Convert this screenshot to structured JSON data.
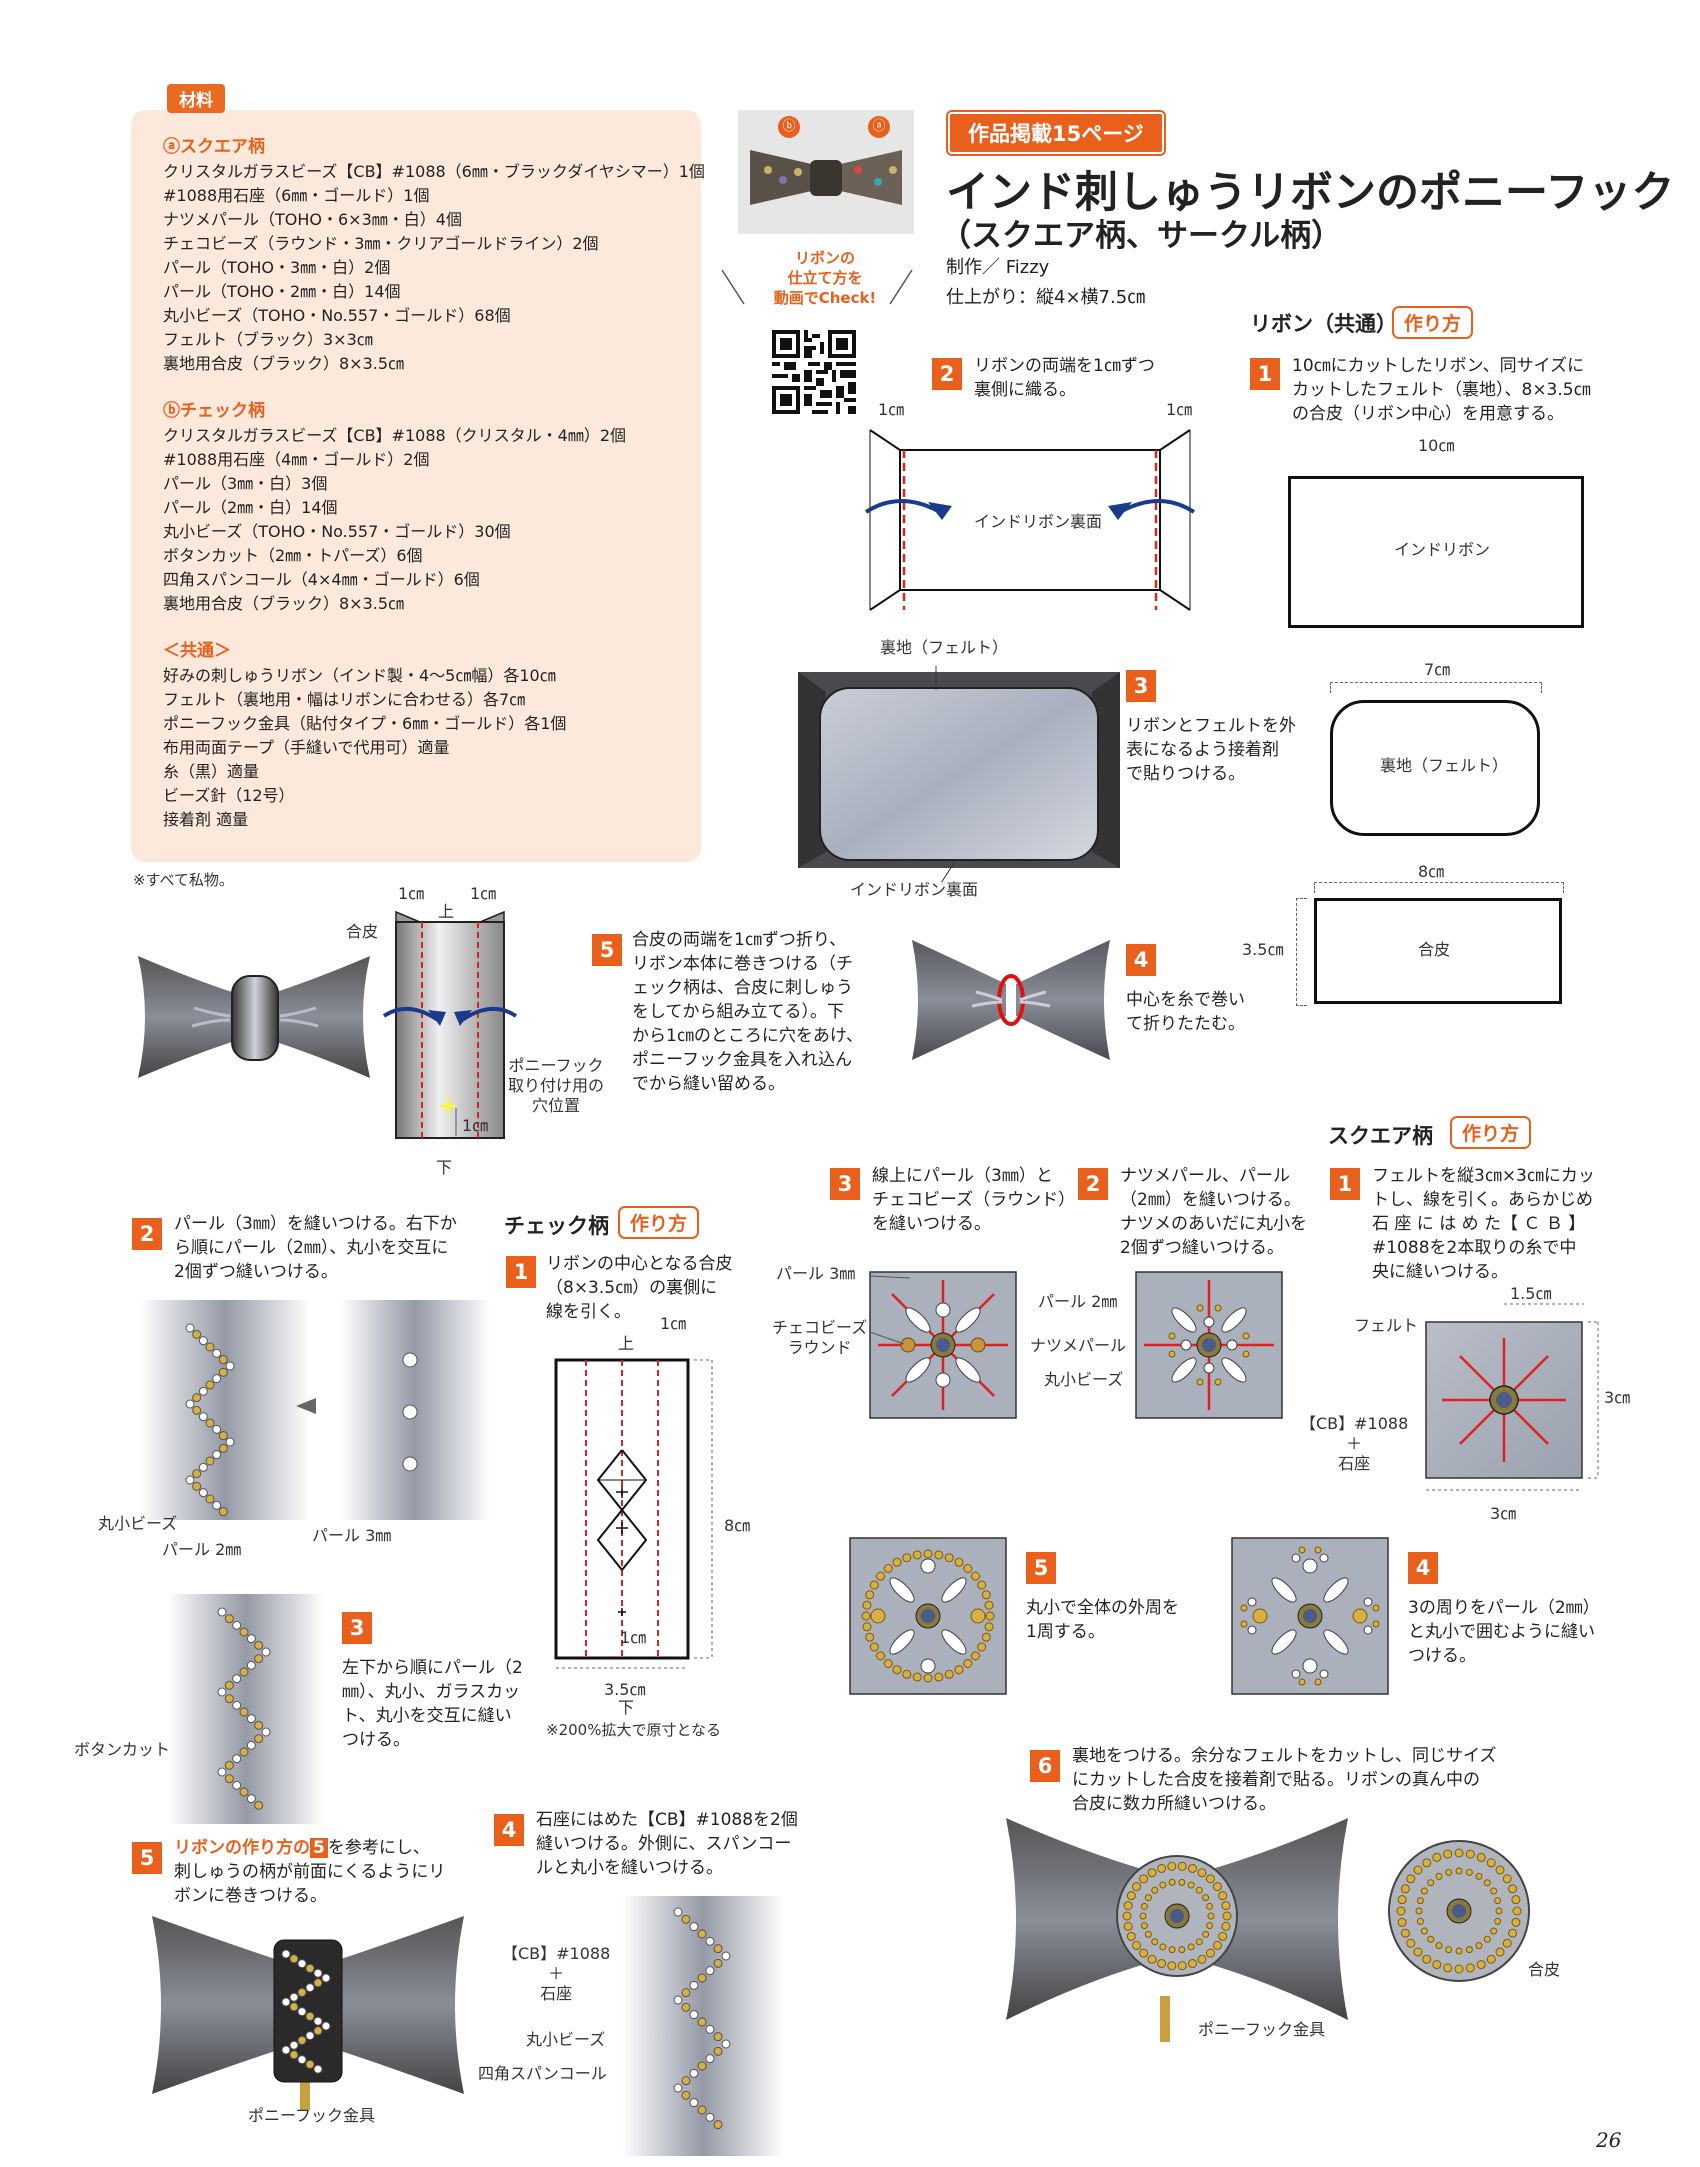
{
  "materials": {
    "tag": "材料",
    "square_title": "ⓐスクエア柄",
    "square_items": [
      "クリスタルガラスビーズ【CB】#1088（6㎜・ブラックダイヤシマー）1個",
      "#1088用石座（6㎜・ゴールド）1個",
      "ナツメパール（TOHO・6×3㎜・白）4個",
      "チェコビーズ（ラウンド・3㎜・クリアゴールドライン）2個",
      "パール（TOHO・3㎜・白）2個",
      "パール（TOHO・2㎜・白）14個",
      "丸小ビーズ（TOHO・No.557・ゴールド）68個",
      "フェルト（ブラック）3×3㎝",
      "裏地用合皮（ブラック）8×3.5㎝"
    ],
    "check_title": "ⓑチェック柄",
    "check_items": [
      "クリスタルガラスビーズ【CB】#1088（クリスタル・4㎜）2個",
      "#1088用石座（4㎜・ゴールド）2個",
      "パール（3㎜・白）3個",
      "パール（2㎜・白）14個",
      "丸小ビーズ（TOHO・No.557・ゴールド）30個",
      "ボタンカット（2㎜・トパーズ）6個",
      "四角スパンコール（4×4㎜・ゴールド）6個",
      "裏地用合皮（ブラック）8×3.5㎝"
    ],
    "common_title": "＜共通＞",
    "common_items": [
      "好みの刺しゅうリボン（インド製・4〜5㎝幅）各10㎝",
      "フェルト（裏地用・幅はリボンに合わせる）各7㎝",
      "ポニーフック金具（貼付タイプ・6㎜・ゴールド）各1個",
      "布用両面テープ（手縫いで代用可）適量",
      "糸（黒）適量",
      "ビーズ針（12号）",
      "接着剤 適量"
    ],
    "note": "※すべて私物。"
  },
  "header": {
    "page_ref_tag": "作品掲載15ページ",
    "title": "インド刺しゅうリボンのポニーフック",
    "subtitle": "（スクエア柄、サークル柄）",
    "maker": "制作／ Fizzy",
    "size": "仕上がり：縦4×横7.5㎝",
    "video_note": "リボンの\n仕立て方を\n動画でCheck!",
    "photo_labels": [
      "ⓑ",
      "ⓐ"
    ]
  },
  "ribbon": {
    "title": "リボン（共通）",
    "howto": "作り方",
    "step1_num": "1",
    "step1": "10㎝にカットしたリボン、同サイズに\nカットしたフェルト（裏地）、8×3.5㎝\nの合皮（リボン中心）を用意する。",
    "step1_dim": "10㎝",
    "step1_label": "インドリボン",
    "felt_dim": "7㎝",
    "felt_label": "裏地（フェルト）",
    "leather_w": "8㎝",
    "leather_h": "3.5㎝",
    "leather_label": "合皮",
    "step2_num": "2",
    "step2": "リボンの両端を1㎝ずつ\n裏側に織る。",
    "step2_left": "1㎝",
    "step2_right": "1㎝",
    "step2_label": "インドリボン裏面",
    "step3_num": "3",
    "step3": "リボンとフェルトを外\n表になるよう接着剤\nで貼りつける。",
    "step3_top": "裏地（フェルト）",
    "step3_bottom": "インドリボン裏面",
    "step4_num": "4",
    "step4": "中心を糸で巻い\nて折りたたむ。",
    "step5_num": "5",
    "step5": "合皮の両端を1㎝ずつ折り、\nリボン本体に巻きつける（チ\nェック柄は、合皮に刺しゅう\nをしてから組み立てる）。下\nから1㎝のところに穴をあけ、\nポニーフック金具を入れ込ん\nでから縫い留める。",
    "step5_l1": "1㎝",
    "step5_l2": "1㎝",
    "step5_top": "上",
    "step5_bottom": "下",
    "step5_leather": "合皮",
    "step5_hole": "ポニーフック\n取り付け用の\n穴位置",
    "step5_hole_dim": "1㎝"
  },
  "square": {
    "title": "スクエア柄",
    "howto": "作り方",
    "step1_num": "1",
    "step1": "フェルトを縦3㎝×3㎝にカッ\nトし、線を引く。あらかじめ\n石 座 に は め た【 Ｃ Ｂ 】\n#1088を2本取りの糸で中\n央に縫いつける。",
    "step1_felt": "フェルト",
    "step1_cb": "【CB】#1088\n＋\n石座",
    "step1_w": "1.5㎝",
    "step1_h": "3㎝",
    "step1_b": "3㎝",
    "step2_num": "2",
    "step2": "ナツメパール、パール\n（2㎜）を縫いつける。\nナツメのあいだに丸小を\n2個ずつ縫いつける。",
    "step2_l1": "パール 2㎜",
    "step2_l2": "ナツメパール",
    "step2_l3": "丸小ビーズ",
    "step3_num": "3",
    "step3": "線上にパール（3㎜）と\nチェコビーズ（ラウンド）\nを縫いつける。",
    "step3_l1": "パール 3㎜",
    "step3_l2": "チェコビーズ\nラウンド",
    "step4_num": "4",
    "step4": "3の周りをパール（2㎜）\nと丸小で囲むように縫い\nつける。",
    "step5_num": "5",
    "step5": "丸小で全体の外周を\n1周する。",
    "step6_num": "6",
    "step6": "裏地をつける。余分なフェルトをカットし、同じサイズ\nにカットした合皮を接着剤で貼る。リボンの真ん中の\n合皮に数カ所縫いつける。",
    "step6_hook": "ポニーフック金具",
    "step6_leather": "合皮"
  },
  "check": {
    "title": "チェック柄",
    "howto": "作り方",
    "step1_num": "1",
    "step1": "リボンの中心となる合皮\n（8×3.5㎝）の裏側に\n線を引く。",
    "step1_top": "上",
    "step1_dim": "1㎝",
    "step1_h": "8㎝",
    "step1_dim2": "1㎝",
    "step1_w": "3.5㎝",
    "step1_bottom": "下",
    "step1_note": "※200%拡大で原寸となる",
    "step2_num": "2",
    "step2": "パール（3㎜）を縫いつける。右下か\nら順にパール（2㎜）、丸小を交互に\n2個ずつ縫いつける。",
    "step2_l1": "丸小ビーズ",
    "step2_l2": "パール 2㎜",
    "step2_l3": "パール 3㎜",
    "step3_num": "3",
    "step3": "左下から順にパール（2\n㎜）、丸小、ガラスカッ\nト、丸小を交互に縫い\nつける。",
    "step3_l1": "ボタンカット",
    "step4_num": "4",
    "step4": "石座にはめた【CB】#1088を2個\n縫いつける。外側に、スパンコー\nルと丸小を縫いつける。",
    "step4_l1": "【CB】#1088\n＋\n石座",
    "step4_l2": "丸小ビーズ",
    "step4_l3": "四角スパンコール",
    "step5_num": "5",
    "step5_a": "リボンの作り方の",
    "step5_b": "5",
    "step5_c": "を参考にし、\n刺しゅうの柄が前面にくるようにリ\nボンに巻きつける。",
    "step5_hook": "ポニーフック金具"
  },
  "page_number": "26"
}
